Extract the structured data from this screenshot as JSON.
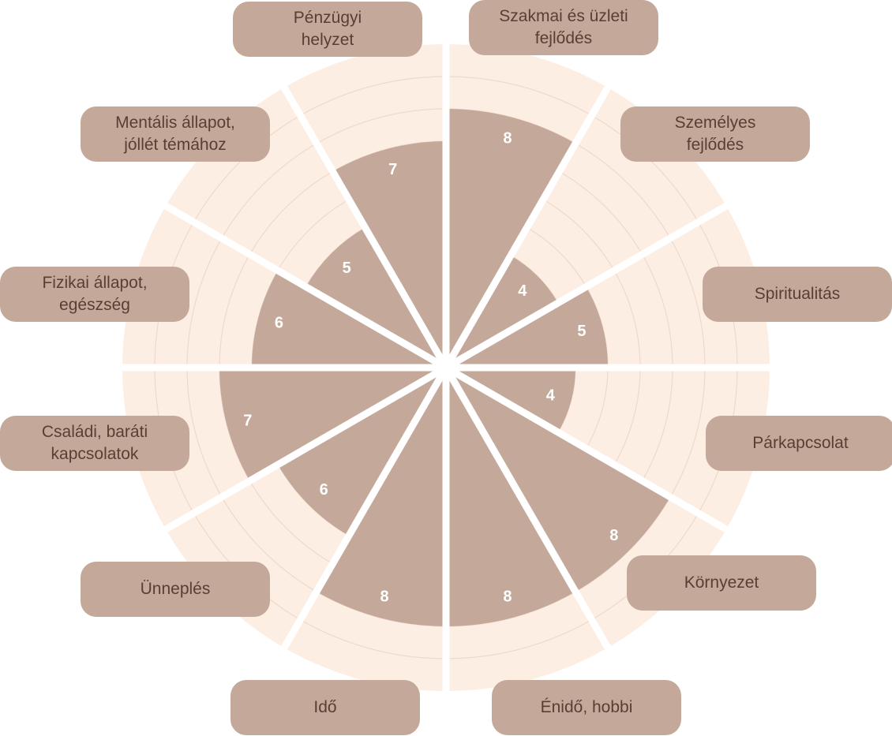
{
  "chart_data": {
    "type": "polar-area",
    "max_value": 10,
    "categories": [
      "Szakmai és üzleti\nfejlődés",
      "Személyes\nfejlődés",
      "Spiritualitás",
      "Párkapcsolat",
      "Környezet",
      "Énidő, hobbi",
      "Idő",
      "Ünneplés",
      "Családi, baráti\nkapcsolatok",
      "Fizikai állapot,\negészség",
      "Mentális állapot,\njóllét témához",
      "Pénzügyi\nhelyzet"
    ],
    "values": [
      8,
      4,
      5,
      4,
      8,
      8,
      8,
      6,
      7,
      6,
      5,
      7
    ],
    "value_labels": [
      "8",
      "4",
      "5",
      "4",
      "8",
      "8",
      "8",
      "6",
      "7",
      "6",
      "5",
      "7"
    ]
  },
  "colors": {
    "background_sector": "#fdeee4",
    "value_sector": "#c4a99b",
    "label_box": "#c4a99b",
    "label_text": "#5a3e32",
    "value_text": "#ffffff",
    "grid": "#eed9cc"
  }
}
